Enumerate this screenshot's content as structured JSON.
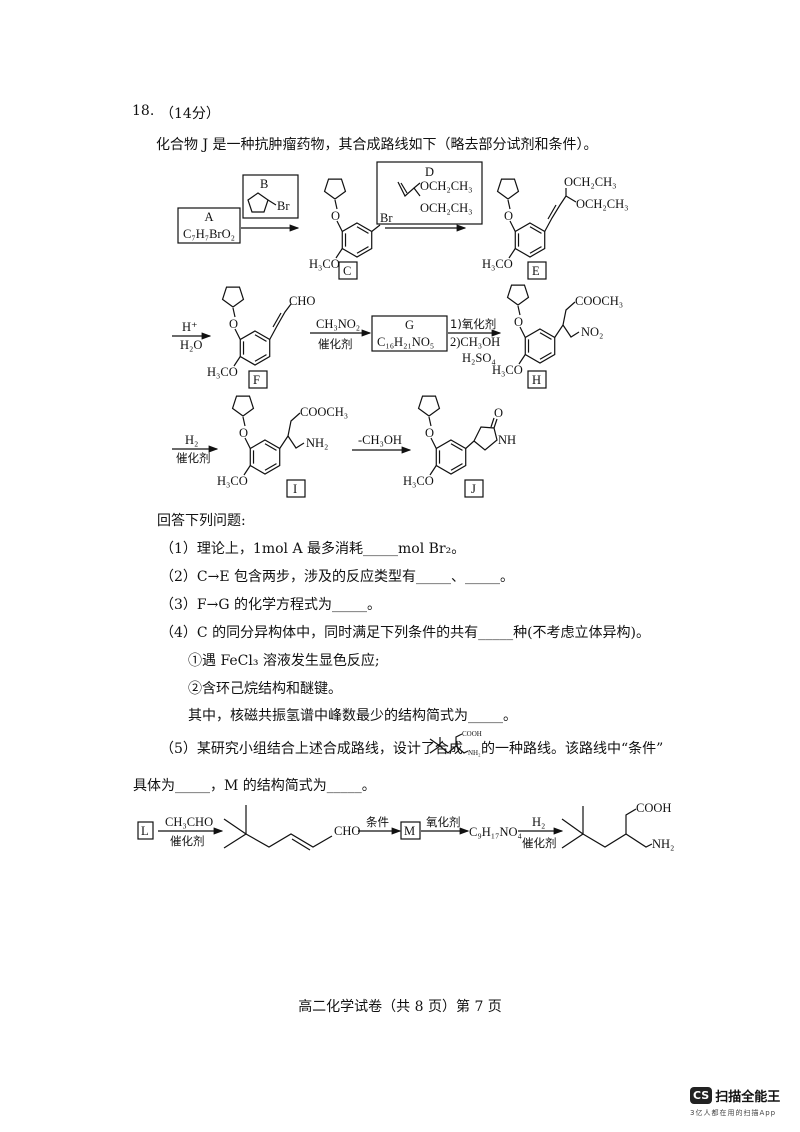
{
  "question": {
    "number": "18.",
    "points": "（14分）",
    "intro": "化合物 J 是一种抗肿瘤药物，其合成路线如下（略去部分试剂和条件）。"
  },
  "labels": {
    "O": "O",
    "OMe": "H₃CO"
  },
  "scheme": {
    "A": {
      "name": "A",
      "formula": "C₇H₇BrO₂"
    },
    "B": {
      "name": "B",
      "br": "Br"
    },
    "C": {
      "name": "C",
      "br": "Br"
    },
    "D": {
      "name": "D",
      "oet1": "OCH₂CH₃",
      "oet2": "OCH₂CH₃"
    },
    "E": {
      "name": "E",
      "oet1": "OCH₂CH₃",
      "oet2": "OCH₂CH₃"
    },
    "step_EF": {
      "above": "H⁺",
      "below": "H₂O"
    },
    "F": {
      "name": "F",
      "cho": "CHO"
    },
    "step_FG": {
      "above": "CH₃NO₂",
      "below": "催化剂"
    },
    "G": {
      "name": "G",
      "formula": "C₁₆H₂₁NO₅"
    },
    "step_GH": {
      "line1": "1)氧化剂",
      "line2": "2)CH₃OH",
      "line3": "H₂SO₄"
    },
    "H": {
      "name": "H",
      "ester": "COOCH₃",
      "nitro": "NO₂"
    },
    "step_HI": {
      "above": "H₂",
      "below": "催化剂"
    },
    "I": {
      "name": "I",
      "ester": "COOCH₃",
      "amine": "NH₂"
    },
    "step_IJ": {
      "above": "-CH₃OH"
    },
    "J": {
      "name": "J",
      "carbonyl_o": "O",
      "nh": "NH"
    }
  },
  "questions": {
    "header": "回答下列问题:",
    "q1": "（1）理论上，1mol A 最多消耗_____mol Br₂。",
    "q2": "（2）C→E 包含两步，涉及的反应类型有_____、_____。",
    "q3": "（3）F→G 的化学方程式为_____。",
    "q4": "（4）C 的同分异构体中，同时满足下列条件的共有_____种(不考虑立体异构)。",
    "q4_c1": "①遇 FeCl₃ 溶液发生显色反应;",
    "q4_c2": "②含环己烷结构和醚键。",
    "q4_tail": "其中，核磁共振氢谱中峰数最少的结构简式为_____。",
    "q5_a": "（5）某研究小组结合上述合成路线，设计了合成",
    "q5_b": "的一种路线。该路线中“条件”",
    "q5_cooh": "COOH",
    "q5_nh2": "NH₂",
    "q5_c": "具体为_____，M 的结构简式为_____。"
  },
  "route": {
    "L": "L",
    "step1_above": "CH₃CHO",
    "step1_below": "催化剂",
    "cho": "CHO",
    "step2_above": "条件",
    "M": "M",
    "step3_above": "氧化剂",
    "intermediate": "C₉H₁₇NO₄",
    "step4_above": "H₂",
    "step4_below": "催化剂",
    "cooh": "COOH",
    "nh2": "NH₂"
  },
  "footer": "高二化学试卷（共 8 页）第 7 页",
  "watermark": {
    "badge": "CS",
    "name": "扫描全能王",
    "tagline": "3亿人都在用的扫描App"
  }
}
